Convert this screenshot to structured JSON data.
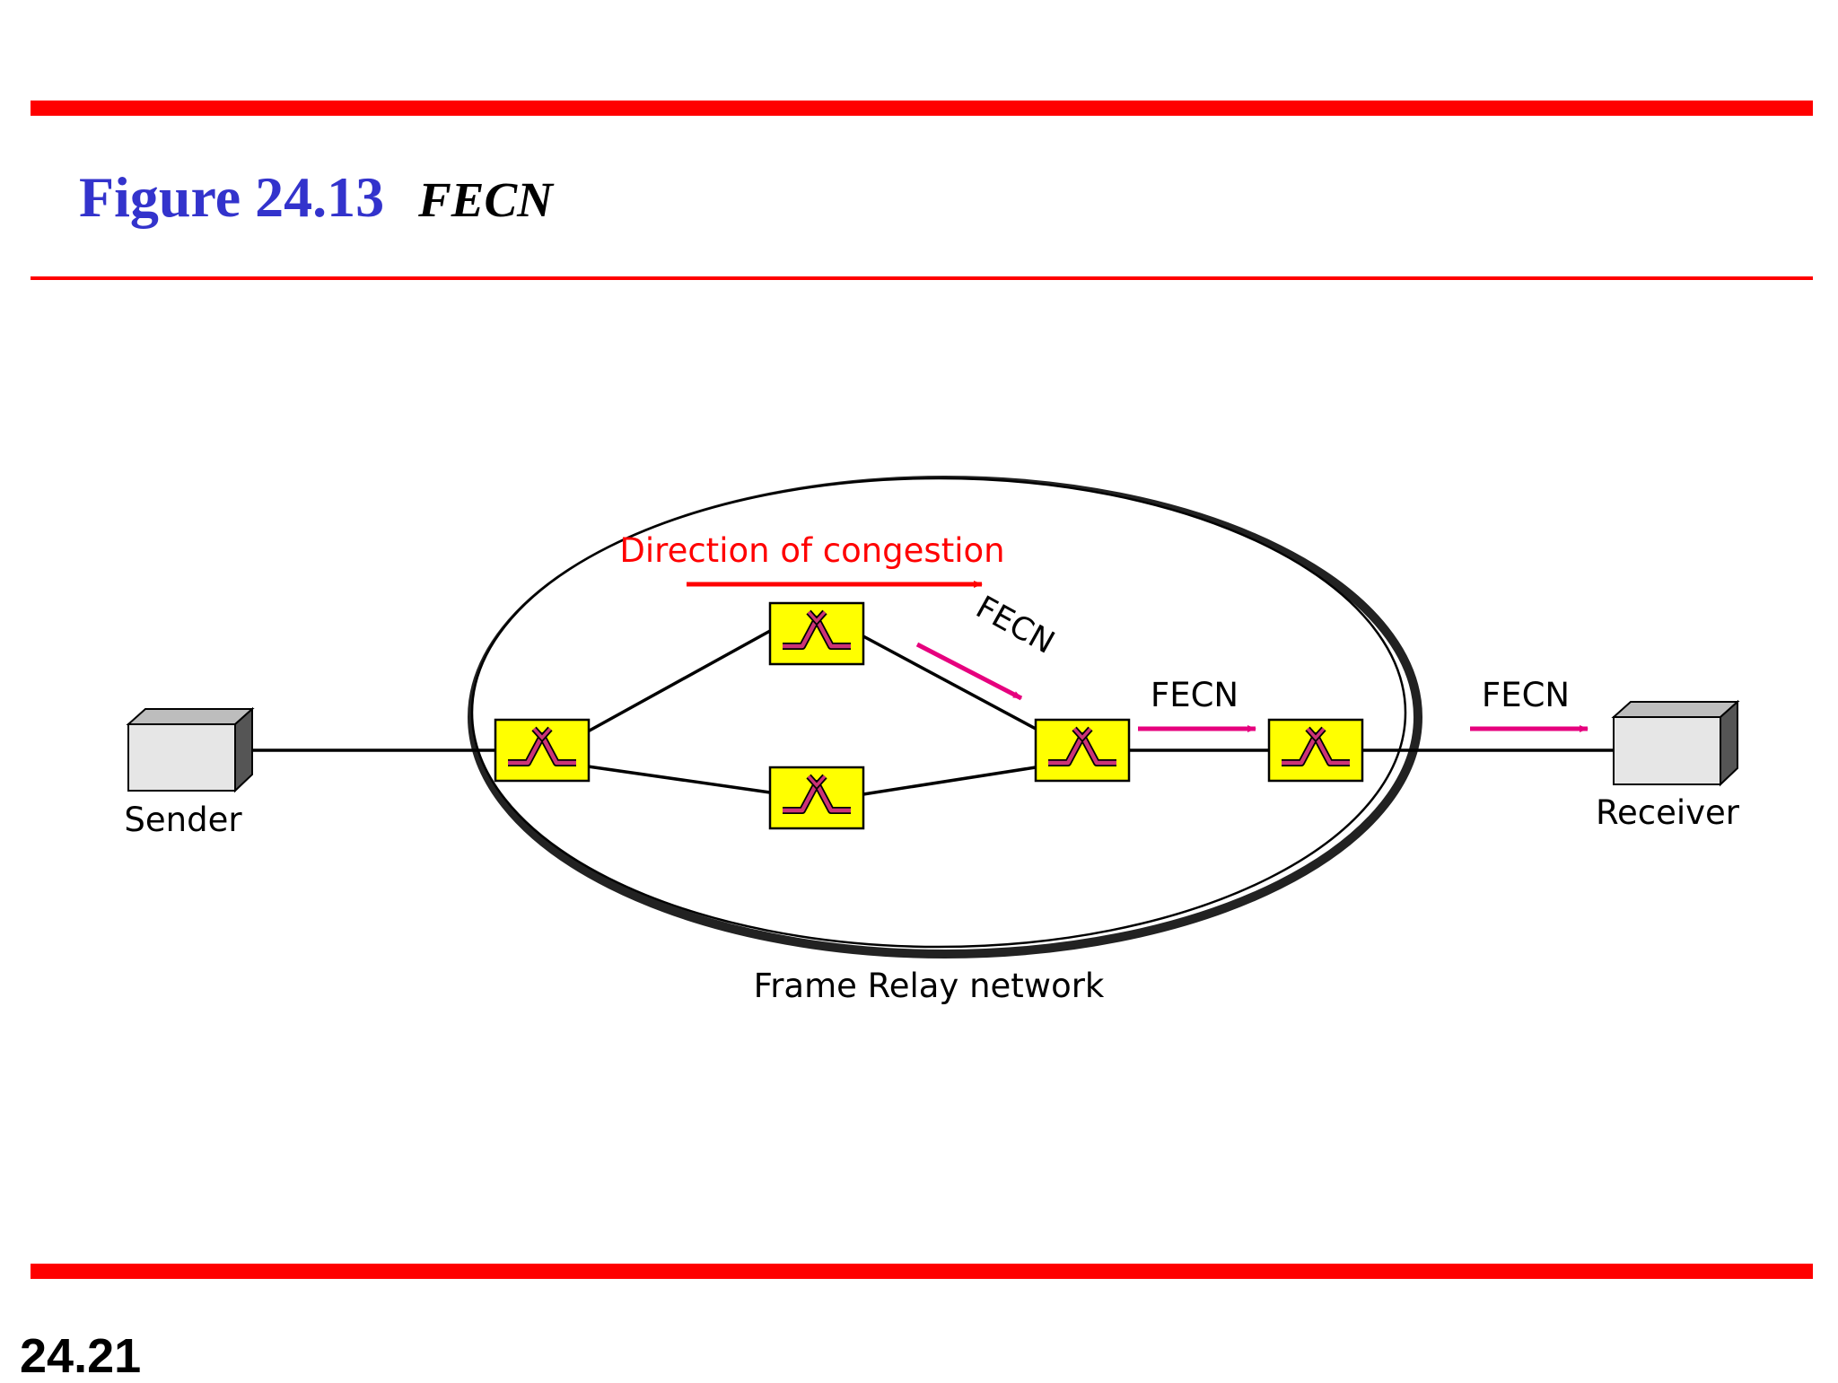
{
  "slide": {
    "figure_number": "Figure 24.13",
    "figure_name": "FECN",
    "page_number": "24.21"
  },
  "colors": {
    "rule": "#ff0000",
    "title_number": "#3333cc",
    "title_name": "#000000",
    "congestion": "#ff0000",
    "fecn": "#e6007e",
    "switch_fill": "#ffff00",
    "switch_icon": "#cc3377",
    "host_face": "#e6e6e6",
    "host_side": "#555555"
  },
  "diagram": {
    "network_label": "Frame Relay network",
    "congestion_label": "Direction of congestion",
    "sender_label": "Sender",
    "receiver_label": "Receiver",
    "fecn_labels": [
      "FECN",
      "FECN",
      "FECN"
    ]
  }
}
